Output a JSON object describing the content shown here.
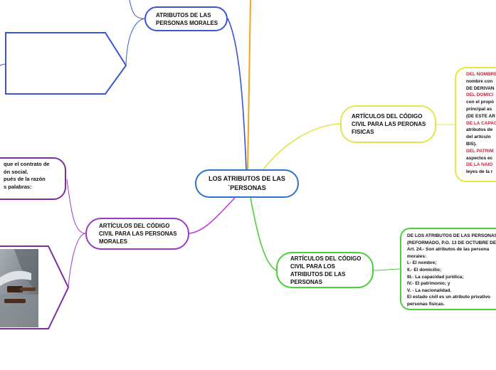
{
  "root": {
    "title": "LOS ATRIBUTOS DE LAS `PERSONAS"
  },
  "branches": {
    "morales_top": "ATRIBUTOS DE LAS PERSONAS MORALES",
    "fisicas": "ARTÍCULOS DEL CÓDIGO CIVIL PARA LAS PERONAS FISICAS",
    "atributos": "ARTÍCULOS DEL CÓDIGO CIVIL PARA LOS ATRIBUTOS DE LAS PERSONAS",
    "morales_bottom": "ARTÍCULOS DEL CÓDIGO CIVIL PARA LAS PERSONAS MORALES"
  },
  "notes": {
    "left_morales": [
      "que el contrato de",
      "ón social.",
      "pués de la razón",
      "s palabras:"
    ],
    "fisicas": [
      {
        "text": "DEL  NOMBRE",
        "red": true
      },
      {
        "text": "nombre con",
        "red": false
      },
      {
        "text": "DE DERIVAN",
        "red": false
      },
      {
        "text": "DEL DOMICI",
        "red": true
      },
      {
        "text": "con el propó",
        "red": false
      },
      {
        "text": "principal as",
        "red": false
      },
      {
        "text": "(DE ESTE AR",
        "red": false
      },
      {
        "text": "DE LA CAPAC",
        "red": true
      },
      {
        "text": "atributos de",
        "red": false
      },
      {
        "text": "del artículo",
        "red": false
      },
      {
        "text": "BIS).",
        "red": false
      },
      {
        "text": "DEL PATRIM",
        "red": true
      },
      {
        "text": "aspectos ec",
        "red": false
      },
      {
        "text": "DE LA NAIO",
        "red": true
      },
      {
        "text": "leyes de la r",
        "red": false
      }
    ],
    "atributos": [
      "DE LOS ATRIBUTOS DE LAS PERSONAS",
      "(REFORMADO, P.O. 13 DE OCTUBRE DE",
      "Art. 24.- Son atributos de las persona",
      "morales:",
      "I.- El nombre;",
      "II.- El domicilio;",
      "III.- La capacidad jurídica;",
      "IV.- El patrimonio; y",
      "V. - La nacionalidad.",
      "El estado civil es un atributo privativo",
      "personas físicas."
    ]
  },
  "colors": {
    "morales_top": "#3b55d2",
    "fisicas": "#e2e64c",
    "atributos": "#4ccf3c",
    "morales_bottom": "#9a3ac8",
    "orange_line": "#f5a31a",
    "accent_red": "#c0263a"
  },
  "icons": {
    "photo": "judge-gavel-photo",
    "shape": "pentagon-outline-shape"
  }
}
